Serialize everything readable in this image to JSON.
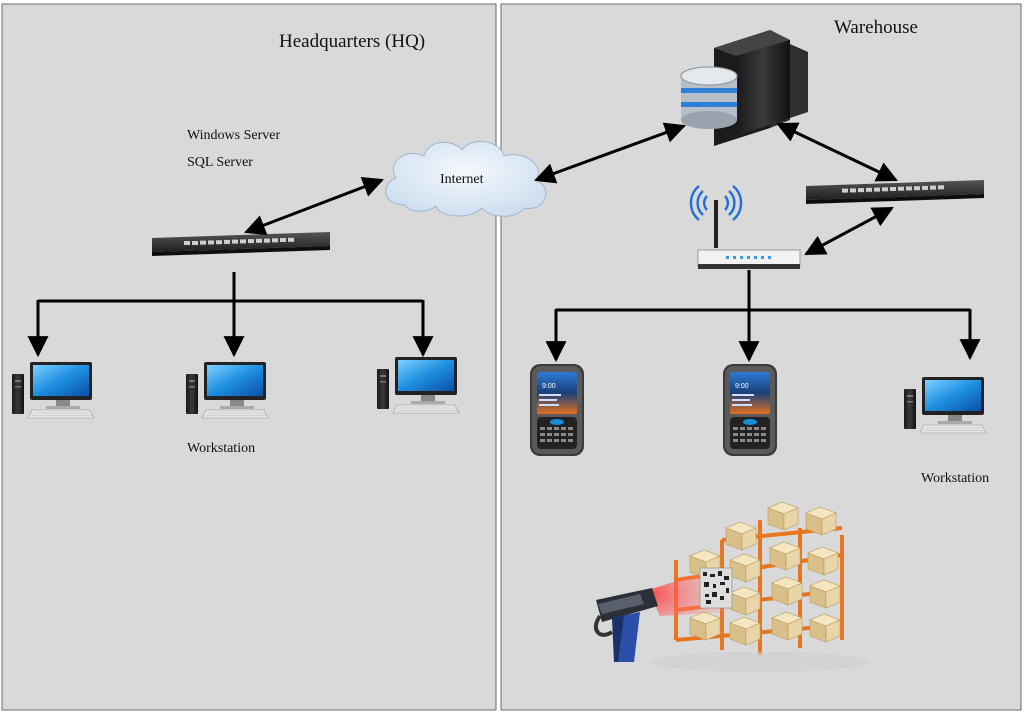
{
  "diagram": {
    "hq": {
      "title": "Headquarters (HQ)",
      "server_lines": [
        "Windows Server",
        "SQL Server"
      ],
      "workstation_label": "Workstation"
    },
    "warehouse": {
      "title": "Warehouse",
      "workstation_label": "Workstation"
    },
    "internet_label": "Internet",
    "colors": {
      "panel": "#d9d9d9",
      "panel_border": "#6a6a6a",
      "divider": "#ffffff",
      "arrow": "#000000",
      "monitor_screen": "#1e8fe0",
      "cloud": "#dde8f4",
      "shelf": "#e87520",
      "box": "#e8d6a8",
      "wifi": "#1e6fd8"
    }
  }
}
